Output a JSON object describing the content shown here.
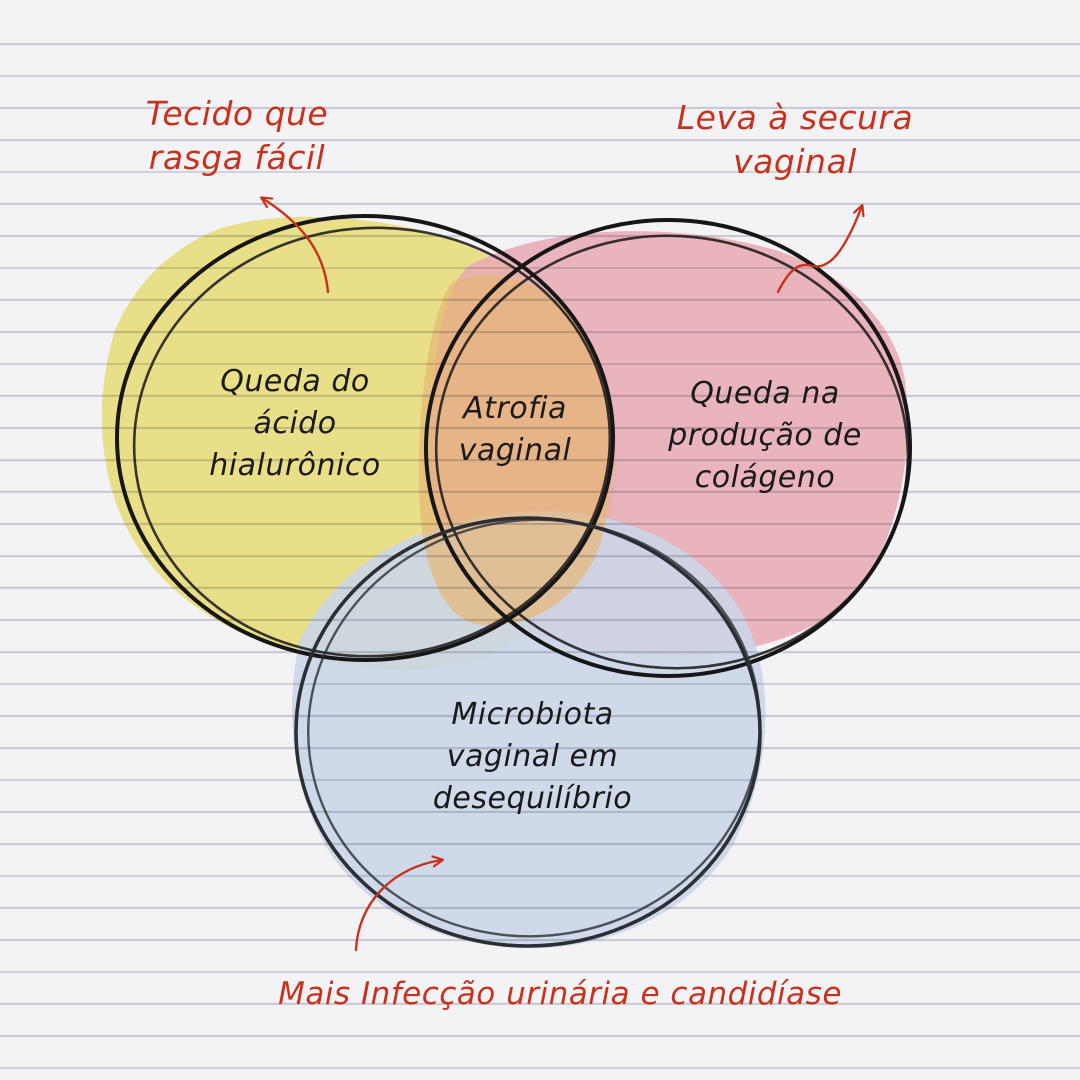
{
  "colors": {
    "yellow": "#f3e87a",
    "pink": "#f4b3ba",
    "blue": "#d6e2f2",
    "center": "#f2c07a",
    "outline": "#161616",
    "annotation": "#c8321c"
  },
  "circles": {
    "yellow": {
      "label": "Queda do\nácido\nhialurônico"
    },
    "pink": {
      "label": "Queda na\nprodução de\ncolágeno"
    },
    "blue": {
      "label": "Microbiota\nvaginal em\ndesequilíbrio"
    },
    "intersection": {
      "label": "Atrofia\nvaginal"
    }
  },
  "annotations": {
    "yellow_note": "Tecido que\nrasga fácil",
    "pink_note": "Leva à secura\nvaginal",
    "blue_note": "Mais Infecção urinária e candidíase"
  }
}
